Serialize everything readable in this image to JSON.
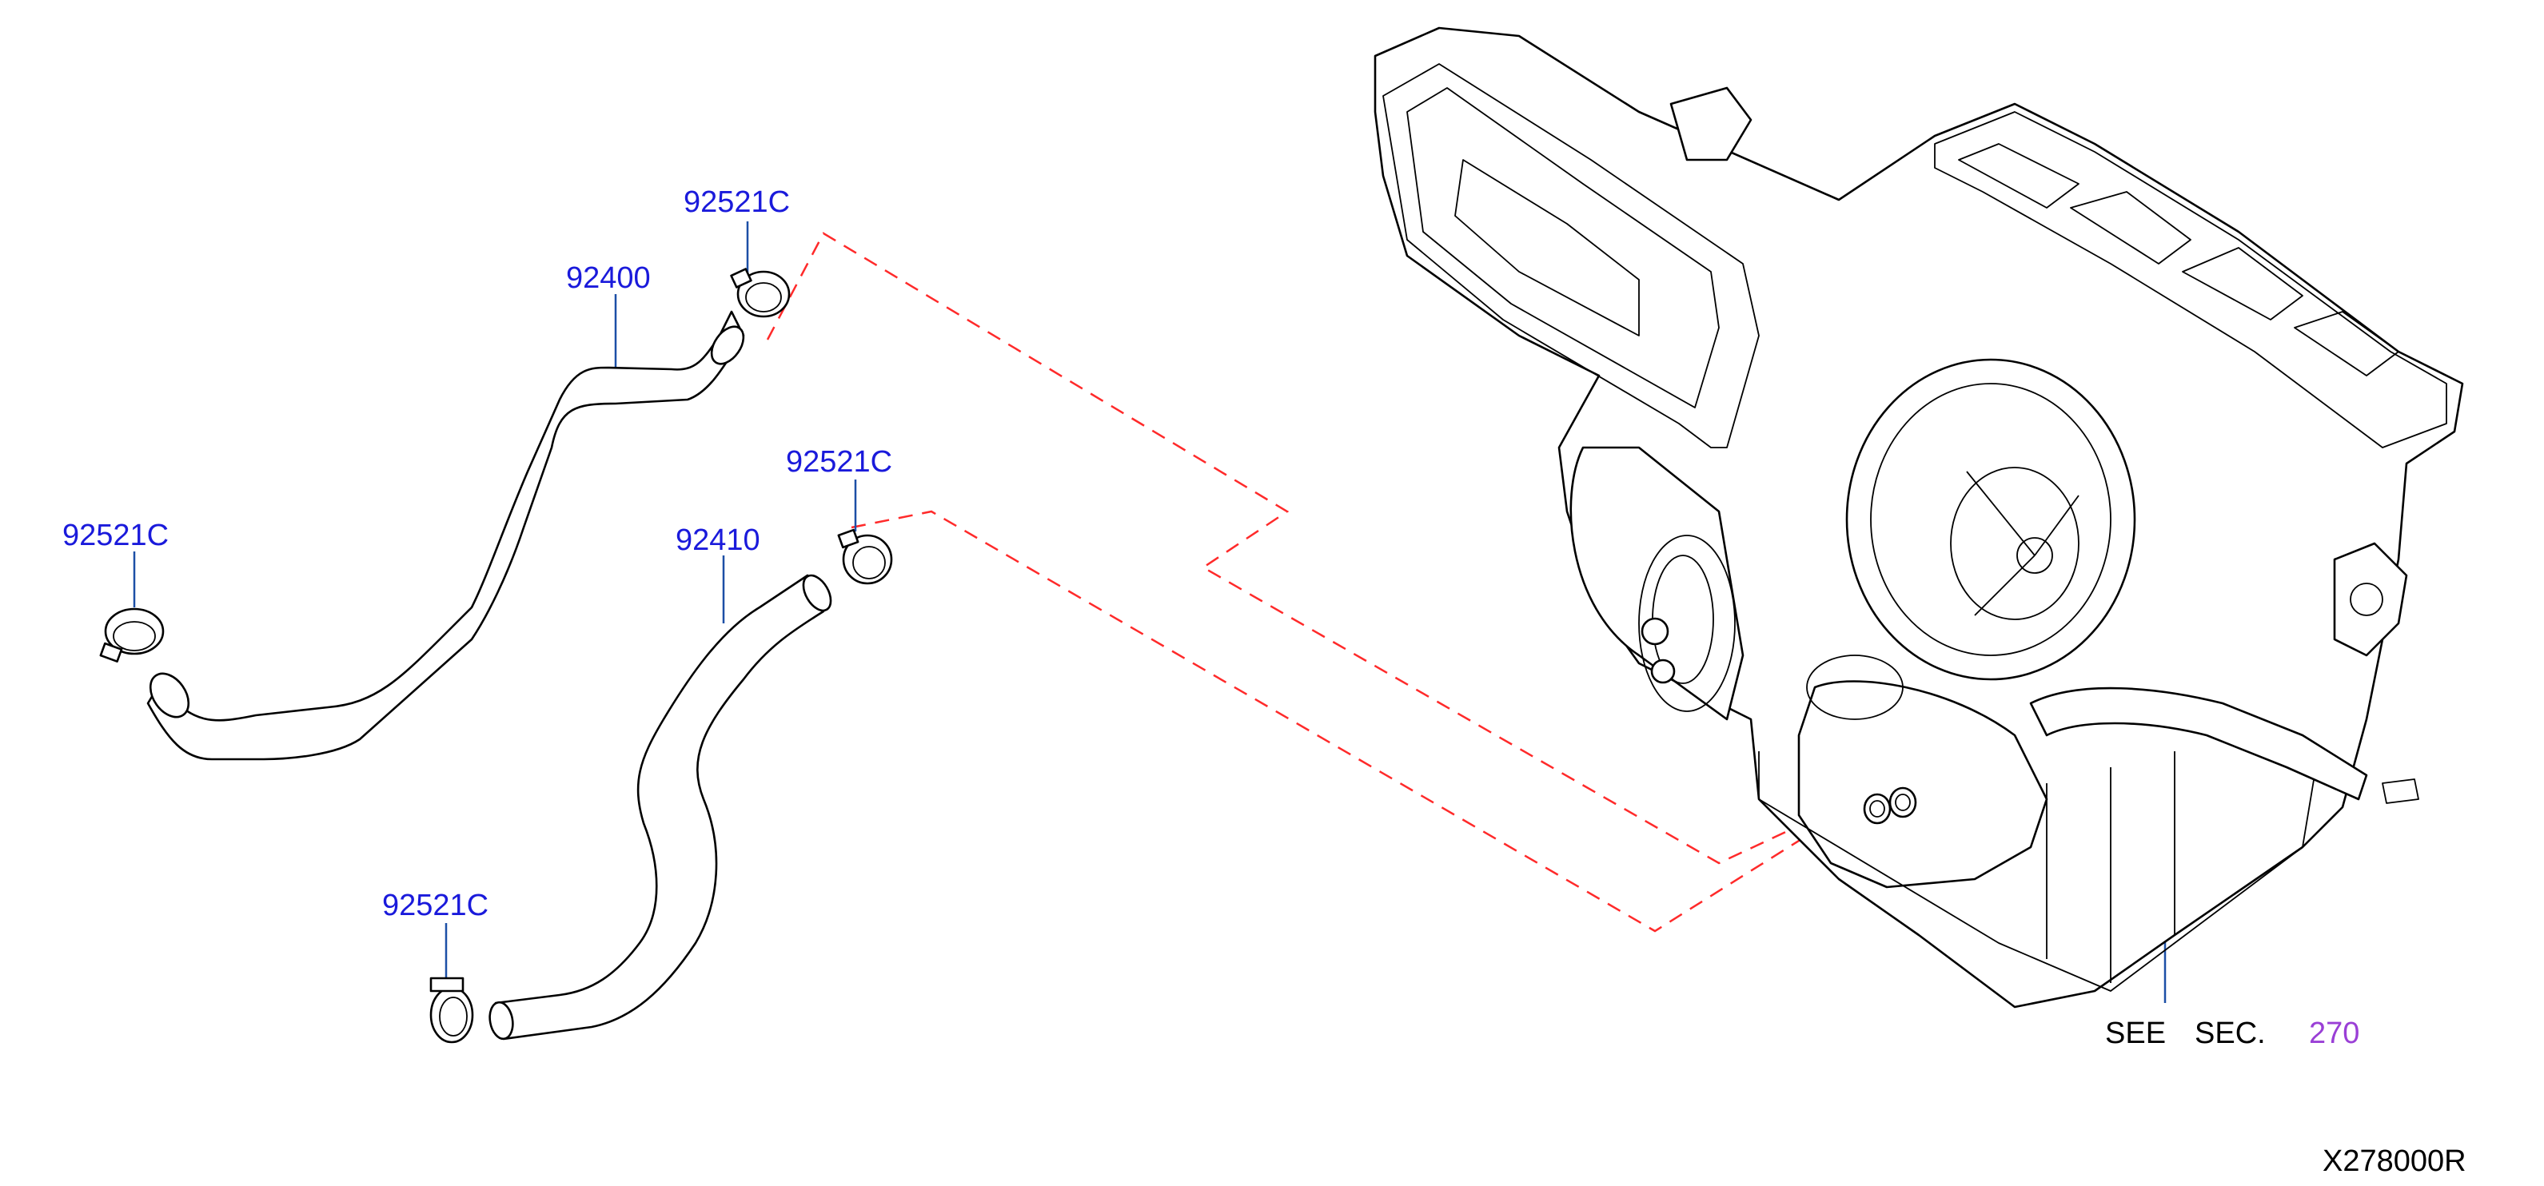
{
  "labels": {
    "clamp_top": "92521C",
    "hose_inlet": "92400",
    "clamp_left": "92521C",
    "clamp_mid": "92521C",
    "hose_outlet": "92410",
    "clamp_bottom": "92521C",
    "see": "SEE",
    "sec": "SEC.",
    "sec_ref": "270",
    "drawing_code": "X278000R"
  },
  "colors": {
    "part_number": "#1a1adb",
    "reference_link": "#9a3fd6",
    "dashed_guide": "#ff2a2a",
    "leader_line": "#1c4fa6"
  },
  "icons": {
    "hose_clamp": "hose-clamp-icon",
    "heater_hose": "heater-hose-icon",
    "heater_unit": "heater-unit-assembly-icon"
  }
}
